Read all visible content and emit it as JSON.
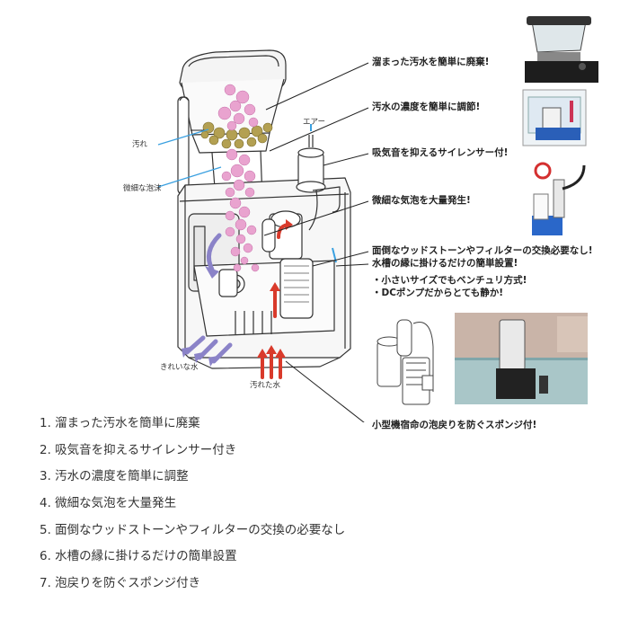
{
  "callouts": [
    "溜まった汚水を簡単に廃棄!",
    "汚水の濃度を簡単に調節!",
    "吸気音を抑えるサイレンサー付!",
    "微細な気泡を大量発生!",
    "面倒なウッドストーンやフィルターの交換必要なし!",
    "水槽の縁に掛けるだけの簡単設置!",
    "・小さいサイズでもベンチュリ方式!",
    "・DCポンプだからとても静か!",
    "小型機宿命の泡戻りを防ぐスポンジ付!"
  ],
  "labels": {
    "dirt": "汚れ",
    "fine_bubbles": "微細な泡沫",
    "air": "エアー",
    "clean_water": "きれいな水",
    "dirty_water": "汚れた水"
  },
  "features": [
    "1. 溜まった汚水を簡単に廃棄",
    "2. 吸気音を抑えるサイレンサー付き",
    "3. 汚水の濃度を簡単に調整",
    "4. 微細な気泡を大量発生",
    "5. 面倒なウッドストーンやフィルターの交換の必要なし",
    "6. 水槽の縁に掛けるだけの簡単設置",
    "7. 泡戻りを防ぐスポンジ付き"
  ]
}
